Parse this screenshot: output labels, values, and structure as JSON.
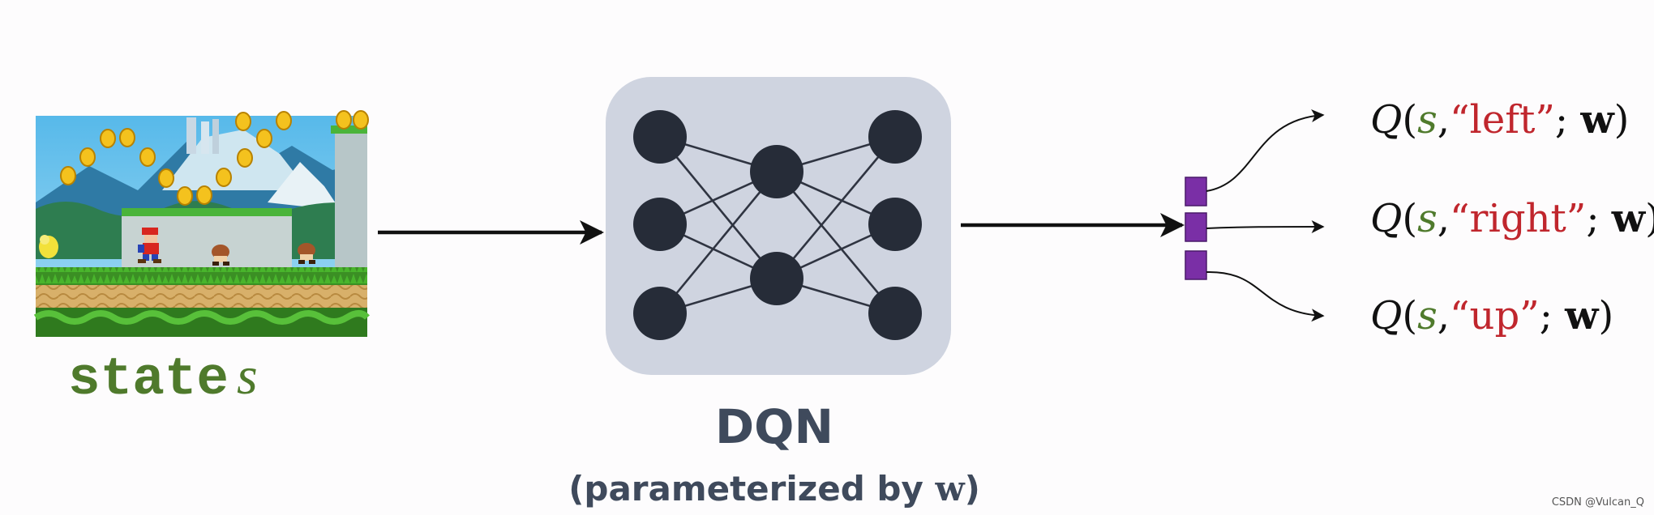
{
  "state_label": {
    "text": "state",
    "var": "s"
  },
  "dqn": {
    "title": "DQN",
    "subtitle": "(parameterized by",
    "subtitle_var": "w",
    "subtitle_close": ")"
  },
  "outputs": [
    {
      "q": "Q",
      "open": "(",
      "s": "s",
      "comma": ",",
      "action": "“left”",
      "semi": ";",
      "w": "w",
      "close": ")"
    },
    {
      "q": "Q",
      "open": "(",
      "s": "s",
      "comma": ",",
      "action": "“right”",
      "semi": ";",
      "w": "w",
      "close": ")"
    },
    {
      "q": "Q",
      "open": "(",
      "s": "s",
      "comma": ",",
      "action": "“up”",
      "semi": ";",
      "w": "w",
      "close": ")"
    }
  ],
  "colors": {
    "state_green": "#4f7a2c",
    "action_red": "#c0262d",
    "nn_box": "#cfd4e0",
    "nn_node": "#262c38",
    "output_bar": "#7a2fa6",
    "text_dark": "#3f4a5c"
  },
  "watermark": "CSDN @Vulcan_Q"
}
